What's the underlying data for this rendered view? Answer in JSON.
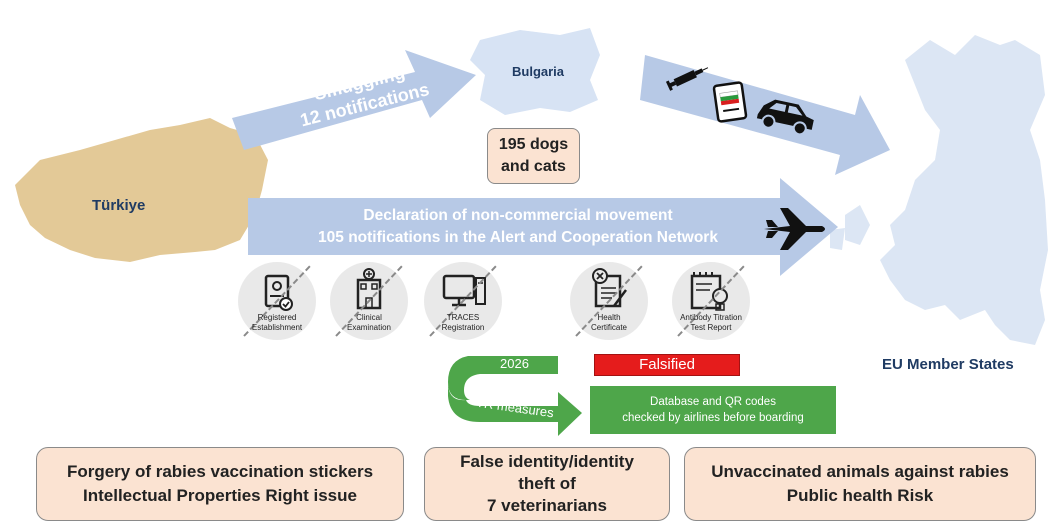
{
  "map": {
    "turkey": "Türkiye",
    "bulgaria": "Bulgaria",
    "eu": "EU Member States"
  },
  "smuggling": {
    "line1": "Smuggling",
    "line2": "12 notifications"
  },
  "dogs_cats": {
    "line1": "195 dogs",
    "line2": "and cats"
  },
  "declaration": {
    "line1": "Declaration of non-commercial movement",
    "line2": "105 notifications in the Alert and Cooperation Network"
  },
  "steps": [
    {
      "icon": "registered-establishment-icon",
      "label1": "Registered",
      "label2": "Establishment"
    },
    {
      "icon": "clinical-examination-icon",
      "label1": "Clinical",
      "label2": "Examination"
    },
    {
      "icon": "traces-registration-icon",
      "label1": "TRACES",
      "label2": "Registration"
    },
    {
      "icon": "health-certificate-icon",
      "label1": "Health",
      "label2": "Certificate"
    },
    {
      "icon": "antibody-titration-icon",
      "label1": "Antibody Titration",
      "label2": "Test Report"
    }
  ],
  "measures": {
    "year": "2026",
    "label": "TR measures",
    "falsified": "Falsified",
    "database_line1": "Database and QR codes",
    "database_line2": "checked by airlines before boarding"
  },
  "issues": [
    {
      "line1": "Forgery of  rabies vaccination stickers",
      "line2": "Intellectual Properties Right issue",
      "line3": ""
    },
    {
      "line1": "False identity/identity",
      "line2": "theft of",
      "line3": "7 veterinarians"
    },
    {
      "line1": "Unvaccinated animals against rabies",
      "line2": "Public health Risk",
      "line3": ""
    }
  ],
  "colors": {
    "arrow": "#b7c9e6",
    "map_turkey": "#e3c997",
    "map_blue": "#d7e3f4",
    "falsified": "#e51c1c",
    "green": "#4ea64a",
    "peach": "#fbe3d2"
  }
}
